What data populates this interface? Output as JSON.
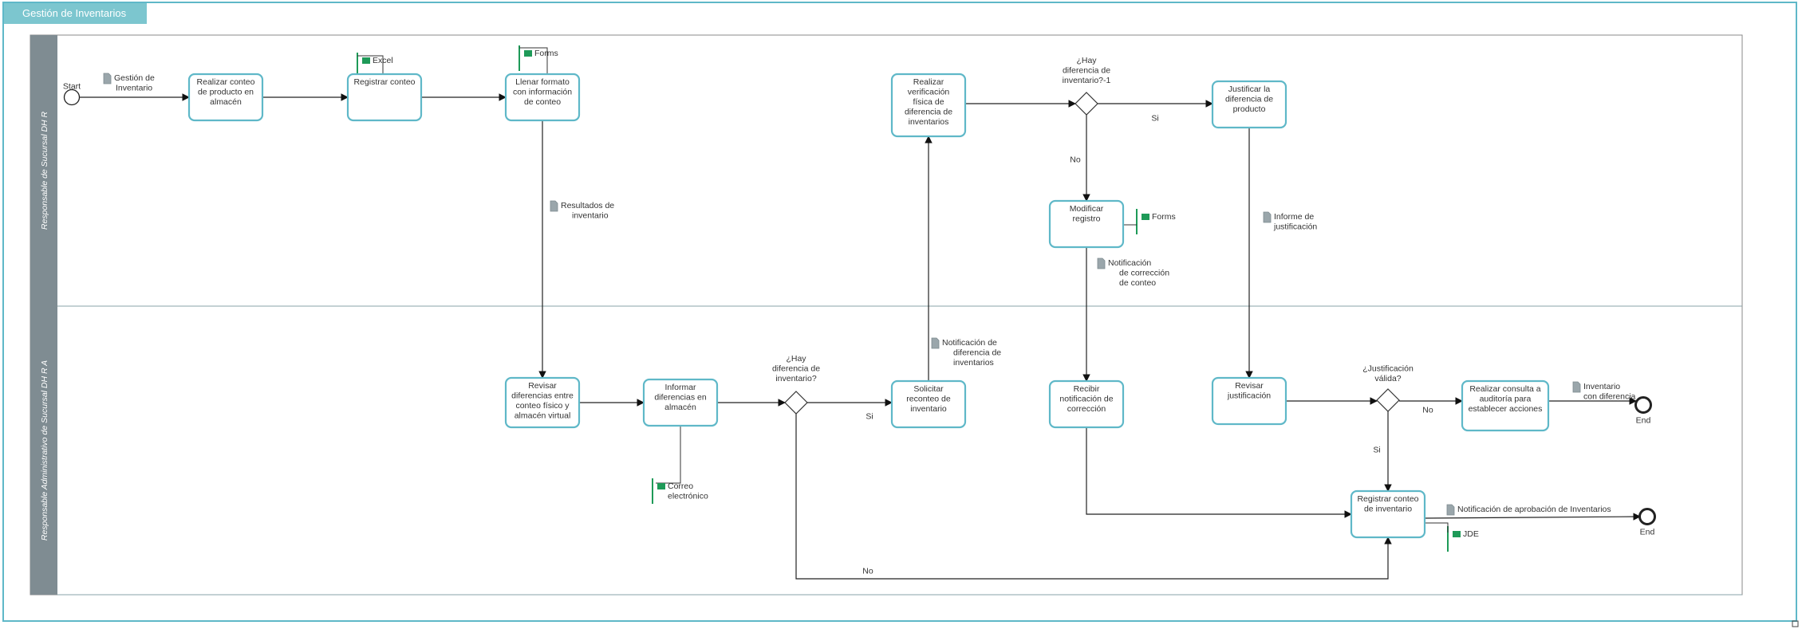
{
  "title": "Gestión de Inventarios",
  "colors": {
    "teal": "#5fb8c8",
    "lane_header": "#7f8c92",
    "green": "#1e9a58",
    "line": "#222222"
  },
  "lanes": [
    {
      "id": "lane1",
      "label": "Responsable de Sucursal DH R"
    },
    {
      "id": "lane2",
      "label": "Responsable Administrativo de Sucursal DH R A"
    }
  ],
  "events": [
    {
      "id": "start",
      "label": "Start",
      "type": "start"
    },
    {
      "id": "end1",
      "label": "End",
      "type": "end"
    },
    {
      "id": "end2",
      "label": "End",
      "type": "end"
    }
  ],
  "tasks": [
    {
      "id": "t_conteo",
      "lines": [
        "Realizar conteo",
        "de producto en",
        "almacén"
      ]
    },
    {
      "id": "t_registrar",
      "lines": [
        "Registrar conteo"
      ]
    },
    {
      "id": "t_llenar",
      "lines": [
        "Llenar formato",
        "con información",
        "de conteo"
      ]
    },
    {
      "id": "t_verif",
      "lines": [
        "Realizar",
        "verificación",
        "física de",
        "diferencia de",
        "inventarios"
      ]
    },
    {
      "id": "t_justif",
      "lines": [
        "Justificar la",
        "diferencia de",
        "producto"
      ]
    },
    {
      "id": "t_modif",
      "lines": [
        "Modificar",
        "registro"
      ]
    },
    {
      "id": "t_revisar_dif",
      "lines": [
        "Revisar",
        "diferencias entre",
        "conteo físico y",
        "almacén virtual"
      ]
    },
    {
      "id": "t_informar",
      "lines": [
        "Informar",
        "diferencias en",
        "almacén"
      ]
    },
    {
      "id": "t_solicitar",
      "lines": [
        "Solicitar",
        "reconteo de",
        "inventario"
      ]
    },
    {
      "id": "t_recibir",
      "lines": [
        "Recibir",
        "notificación de",
        "corrección"
      ]
    },
    {
      "id": "t_revisar_just",
      "lines": [
        "Revisar",
        "justificación"
      ]
    },
    {
      "id": "t_consulta",
      "lines": [
        "Realizar consulta a",
        "auditoría para",
        "establecer acciones"
      ]
    },
    {
      "id": "t_reg_inv",
      "lines": [
        "Registrar conteo",
        "de inventario"
      ]
    }
  ],
  "gateways": [
    {
      "id": "g1",
      "lines": [
        "¿Hay",
        "diferencia de",
        "inventario?-1"
      ]
    },
    {
      "id": "g2",
      "lines": [
        "¿Hay",
        "diferencia de",
        "inventario?"
      ]
    },
    {
      "id": "g3",
      "lines": [
        "¿Justificación",
        "válida?"
      ]
    }
  ],
  "documents": [
    {
      "id": "d_gestion",
      "lines": [
        "Gestión de",
        "Inventario"
      ]
    },
    {
      "id": "d_resultados",
      "lines": [
        "Resultados de",
        "inventario"
      ]
    },
    {
      "id": "d_notif_dif",
      "lines": [
        "Notificación de",
        "diferencia de",
        "inventarios"
      ]
    },
    {
      "id": "d_notif_corr",
      "lines": [
        "Notificación",
        "de corrección",
        "de conteo"
      ]
    },
    {
      "id": "d_informe",
      "lines": [
        "Informe de",
        "justificación"
      ]
    },
    {
      "id": "d_inv_dif",
      "lines": [
        "Inventario",
        "con diferencia"
      ]
    },
    {
      "id": "d_aprob",
      "lines": [
        "Notificación de aprobación de Inventarios"
      ]
    }
  ],
  "systems": [
    {
      "id": "s_excel",
      "lines": [
        "Excel"
      ]
    },
    {
      "id": "s_forms1",
      "lines": [
        "Forms"
      ]
    },
    {
      "id": "s_forms2",
      "lines": [
        "Forms"
      ]
    },
    {
      "id": "s_correo",
      "lines": [
        "Correo",
        "electrónico"
      ]
    },
    {
      "id": "s_jde",
      "lines": [
        "JDE"
      ]
    }
  ],
  "flow_labels": [
    {
      "id": "fl_si_g1",
      "text": "Si"
    },
    {
      "id": "fl_no_g1",
      "text": "No"
    },
    {
      "id": "fl_si_g2",
      "text": "Si"
    },
    {
      "id": "fl_no_g2",
      "text": "No"
    },
    {
      "id": "fl_no_g3",
      "text": "No"
    },
    {
      "id": "fl_si_g3",
      "text": "Si"
    }
  ]
}
